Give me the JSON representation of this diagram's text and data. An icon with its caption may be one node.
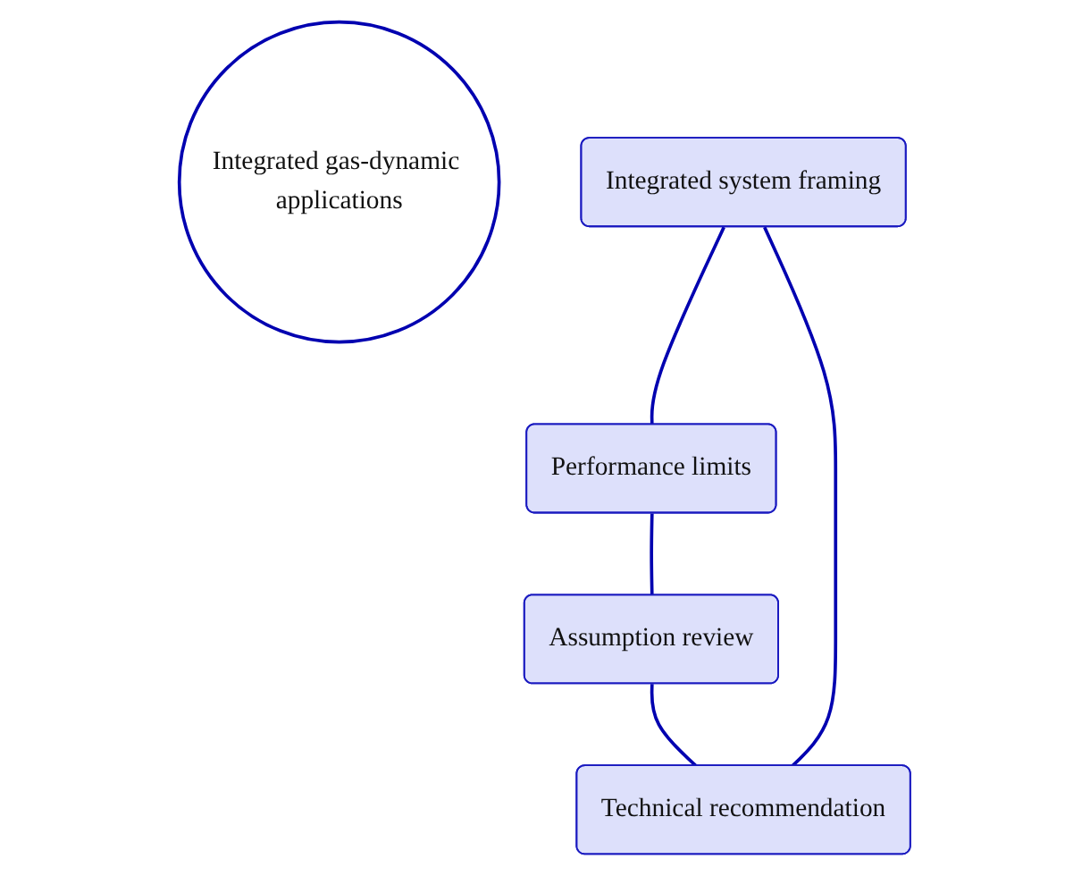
{
  "diagram": {
    "nodes": [
      {
        "text": [
          "Integrated gas-dynamic applications"
        ]
      },
      {
        "text": [
          "Integrated system framing"
        ]
      },
      {
        "text": [
          "Performance limits"
        ]
      },
      {
        "text": [
          "Assumption review"
        ]
      },
      {
        "text": [
          "Technical recommendation"
        ]
      }
    ],
    "edges": [
      {
        "from": 1,
        "to": 2,
        "arrow": "none"
      },
      {
        "from": 2,
        "to": 3,
        "arrow": "none"
      },
      {
        "from": 3,
        "to": 4,
        "arrow": "none"
      },
      {
        "from": 4,
        "to": 1,
        "arrow": "none"
      }
    ]
  }
}
